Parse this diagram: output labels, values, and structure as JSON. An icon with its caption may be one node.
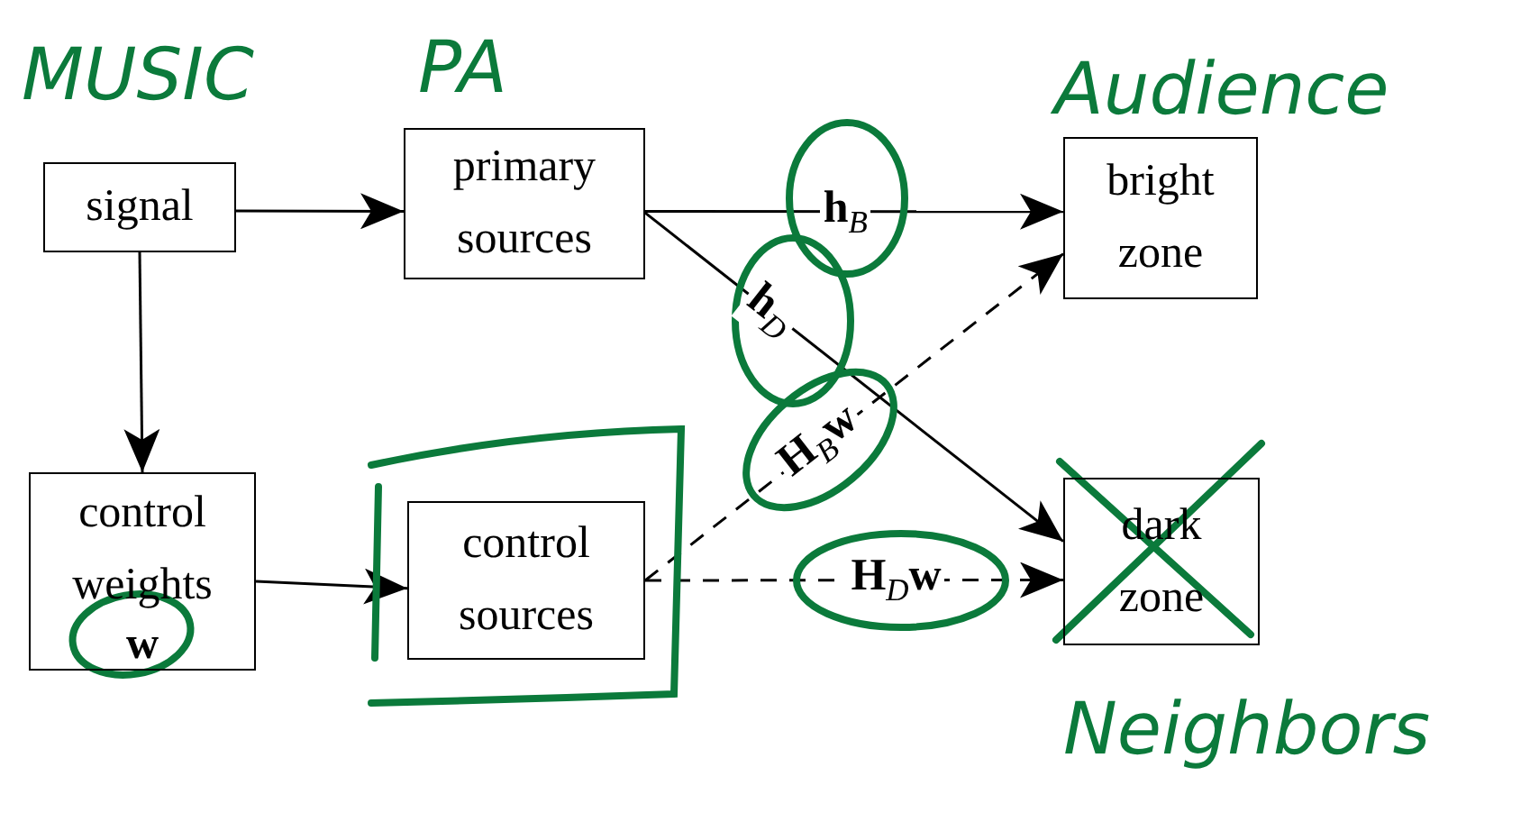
{
  "diagram": {
    "nodes": [
      {
        "text": [
          "signal"
        ],
        "beside": [
          "MUSIC"
        ]
      },
      {
        "text": [
          "primary sources"
        ],
        "beside": [
          "PA"
        ]
      },
      {
        "text": [
          "bright zone"
        ],
        "beside": [
          "Audience"
        ]
      },
      {
        "text": [
          "control weights",
          "w"
        ]
      },
      {
        "text": [
          "control sources"
        ]
      },
      {
        "text": [
          "dark zone"
        ],
        "beside": [
          "Neighbors"
        ]
      }
    ],
    "edges": [
      {
        "from": 0,
        "to": 1,
        "arrow": "to"
      },
      {
        "from": 1,
        "to": 2,
        "arrow": "to",
        "label": "**h**$_{B}$"
      },
      {
        "from": 1,
        "to": 5,
        "arrow": "to",
        "label": "**h**$_{D}$"
      },
      {
        "from": 0,
        "to": 3,
        "arrow": "to"
      },
      {
        "from": 3,
        "to": 4,
        "arrow": "to"
      },
      {
        "from": 4,
        "to": 2,
        "arrow": "to",
        "style": "dashed",
        "label": "**H**$_{B}$**w**"
      },
      {
        "from": 4,
        "to": 5,
        "arrow": "to",
        "style": "dashed",
        "label": "**H**$_{D}$**w**"
      }
    ]
  }
}
